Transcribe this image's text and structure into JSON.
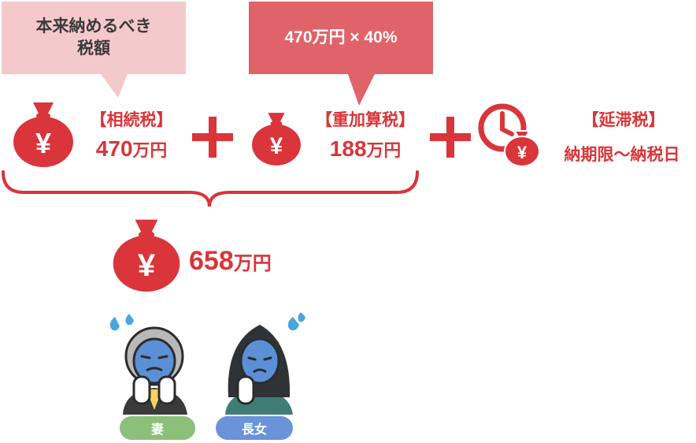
{
  "callouts": {
    "original_tax": "本来納めるべき\n税額",
    "calc": "470万円 × 40%"
  },
  "items": [
    {
      "title": "【相続税】",
      "amount": "470",
      "unit": "万円"
    },
    {
      "title": "【重加算税】",
      "amount": "188",
      "unit": "万円"
    },
    {
      "title": "【延滞税】",
      "detail": "納期限～納税日"
    }
  ],
  "operators": [
    "+",
    "+"
  ],
  "total": {
    "amount": "658",
    "unit": "万円"
  },
  "people": [
    {
      "label": "妻",
      "color": "#8cc07a"
    },
    {
      "label": "長女",
      "color": "#6a93d8"
    }
  ],
  "icons": {
    "bag": "yen-money-bag-icon",
    "clock": "clock-icon"
  },
  "colors": {
    "accent": "#d9353a",
    "bag": "#d9353a",
    "callout_pink": "#f4c9cb",
    "callout_red": "#e0636a"
  }
}
